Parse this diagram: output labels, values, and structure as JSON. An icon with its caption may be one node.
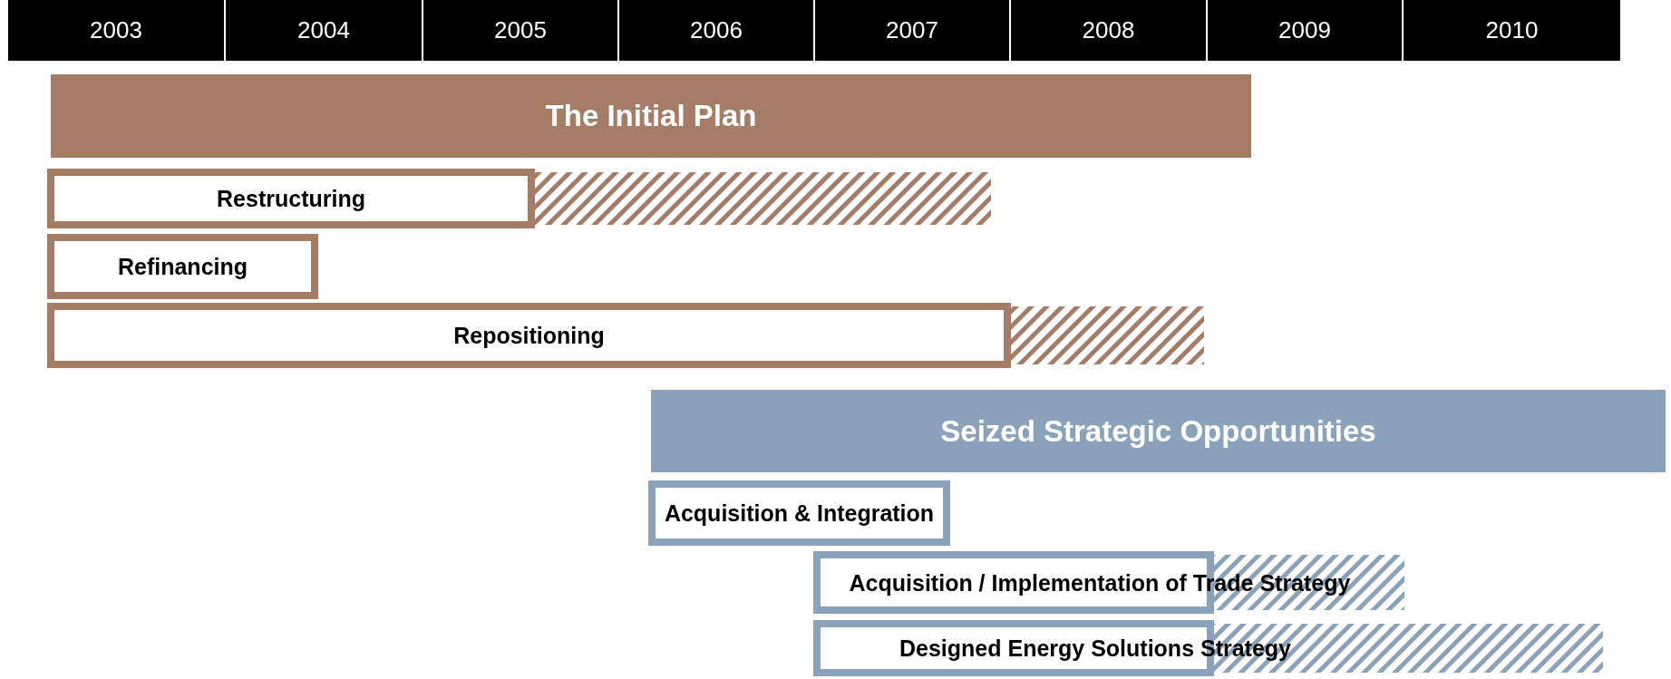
{
  "diagram": {
    "nodes": [
      {
        "text": [
          "The Initial Plan"
        ]
      },
      {
        "text": [
          "Restructuring"
        ]
      },
      {
        "text": [
          "Refinancing"
        ]
      },
      {
        "text": [
          "Repositioning"
        ]
      },
      {
        "text": [
          "Seized Strategic Opportunities"
        ]
      },
      {
        "text": [
          "Acquisition & Integration"
        ]
      },
      {
        "text": [
          "Acquisition / Implementation of Trade Strategy"
        ]
      },
      {
        "text": [
          "Designed Energy Solutions Strategy"
        ]
      }
    ],
    "labels": [
      "2003",
      "2004",
      "2005",
      "2006",
      "2007",
      "2008",
      "2009",
      "2010"
    ]
  }
}
